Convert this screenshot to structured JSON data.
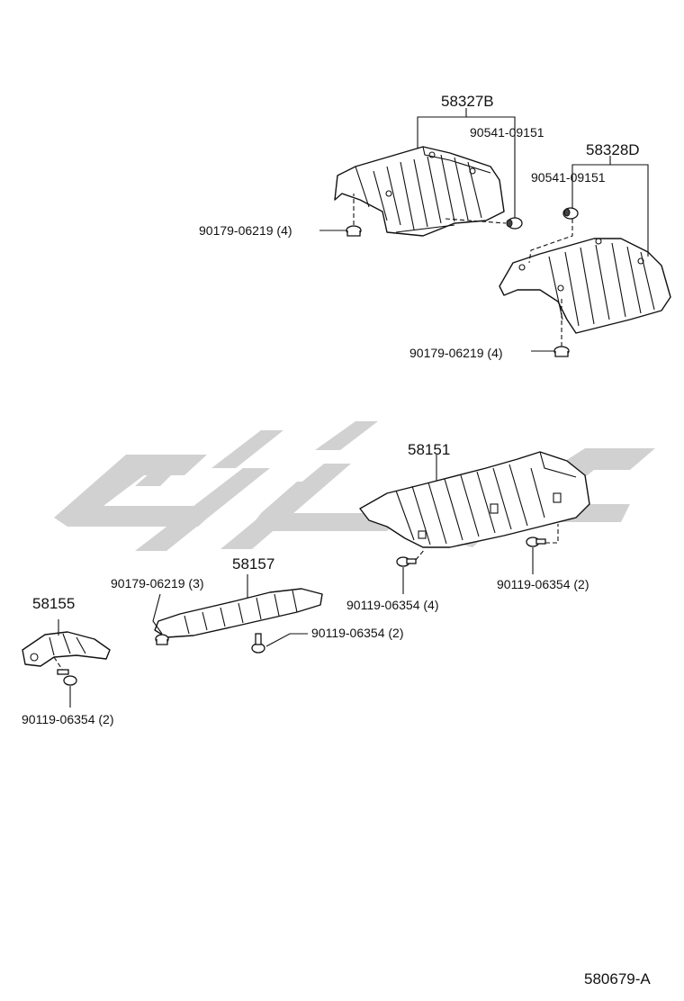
{
  "watermark": {
    "color": "#cfcfcf",
    "description": "gray logo watermark"
  },
  "labels": {
    "p58327b": "58327B",
    "p90541_a": "90541-09151",
    "p58328d": "58328D",
    "p90541_b": "90541-09151",
    "p90179_a": "90179-06219 (4)",
    "p90179_b": "90179-06219 (4)",
    "p58151": "58151",
    "p90179_c": "90179-06219 (3)",
    "p58157": "58157",
    "p90119_a": "90119-06354 (4)",
    "p90119_b": "90119-06354 (2)",
    "p58155": "58155",
    "p90119_c": "90119-06354 (2)",
    "p90119_d": "90119-06354 (2)",
    "diagram_id": "580679-A"
  }
}
